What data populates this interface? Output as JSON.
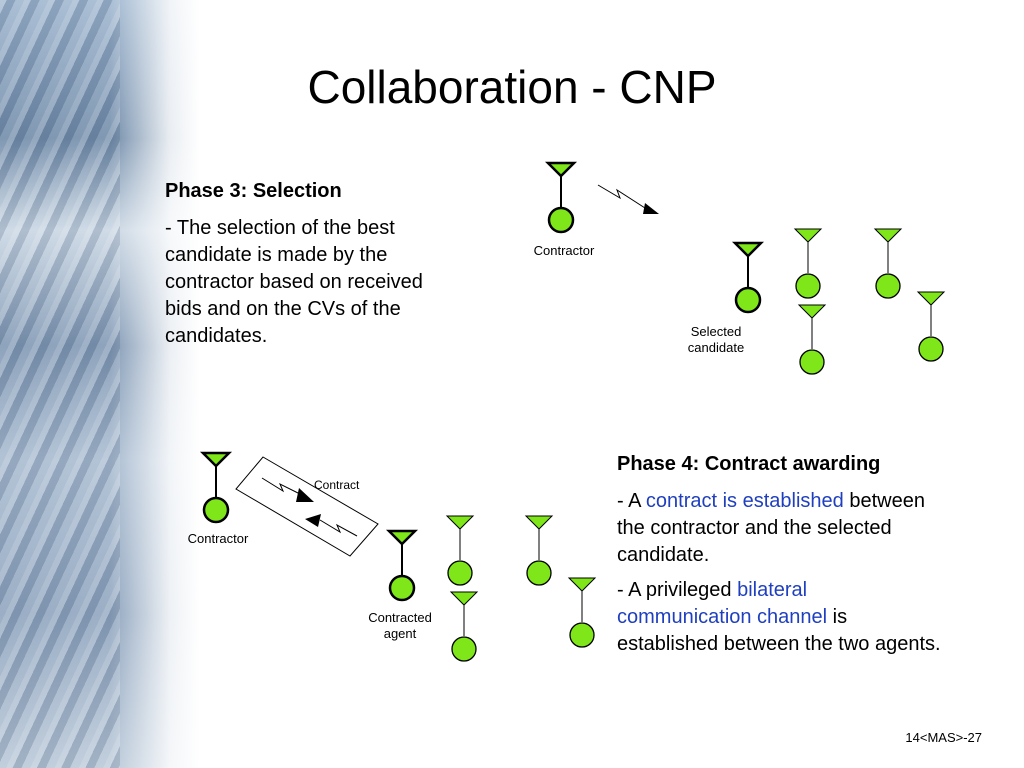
{
  "slide": {
    "title": "Collaboration - CNP",
    "footer": "14<MAS>-27"
  },
  "phase3": {
    "heading": "Phase 3: Selection",
    "body": "- The selection of the best candidate is made by the contractor based on received bids and on the CVs of the candidates.",
    "labels": {
      "contractor": "Contractor",
      "selected_line1": "Selected",
      "selected_line2": "candidate"
    }
  },
  "phase4": {
    "heading": "Phase 4: Contract awarding",
    "p1_pre": "- A ",
    "p1_highlight": "contract is established",
    "p1_post": " between the contractor and the selected candidate.",
    "p2_pre": "- A privileged ",
    "p2_highlight": "bilateral communication channel",
    "p2_post": " is established between the two agents.",
    "labels": {
      "contractor": "Contractor",
      "contract": "Contract",
      "contracted_line1": "Contracted",
      "contracted_line2": "agent"
    }
  },
  "colors": {
    "agent_fill": "#7ee619",
    "highlight_text": "#1f3fbf"
  }
}
